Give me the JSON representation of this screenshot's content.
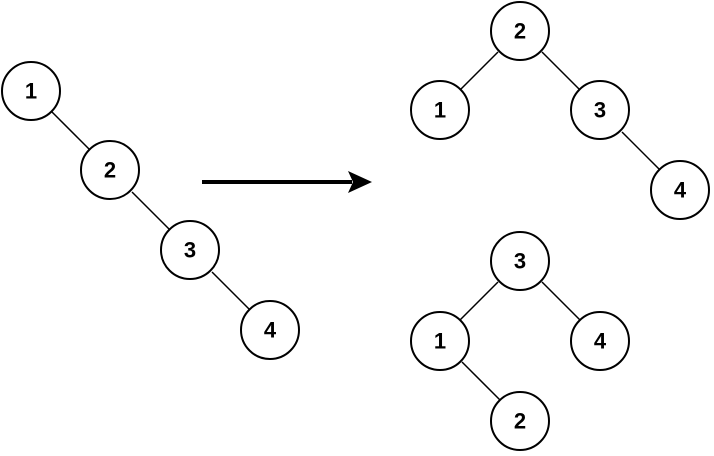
{
  "trees": [
    {
      "id": "input",
      "nodes": [
        "1",
        "2",
        "3",
        "4"
      ],
      "edges": [
        [
          "1",
          "2"
        ],
        [
          "2",
          "3"
        ],
        [
          "3",
          "4"
        ]
      ]
    },
    {
      "id": "output-1",
      "nodes": [
        "2",
        "1",
        "3",
        "4"
      ],
      "edges": [
        [
          "2",
          "1"
        ],
        [
          "2",
          "3"
        ],
        [
          "3",
          "4"
        ]
      ]
    },
    {
      "id": "output-2",
      "nodes": [
        "3",
        "1",
        "4",
        "2"
      ],
      "edges": [
        [
          "3",
          "1"
        ],
        [
          "3",
          "4"
        ],
        [
          "1",
          "2"
        ]
      ]
    }
  ],
  "arrow": {
    "direction": "right"
  }
}
